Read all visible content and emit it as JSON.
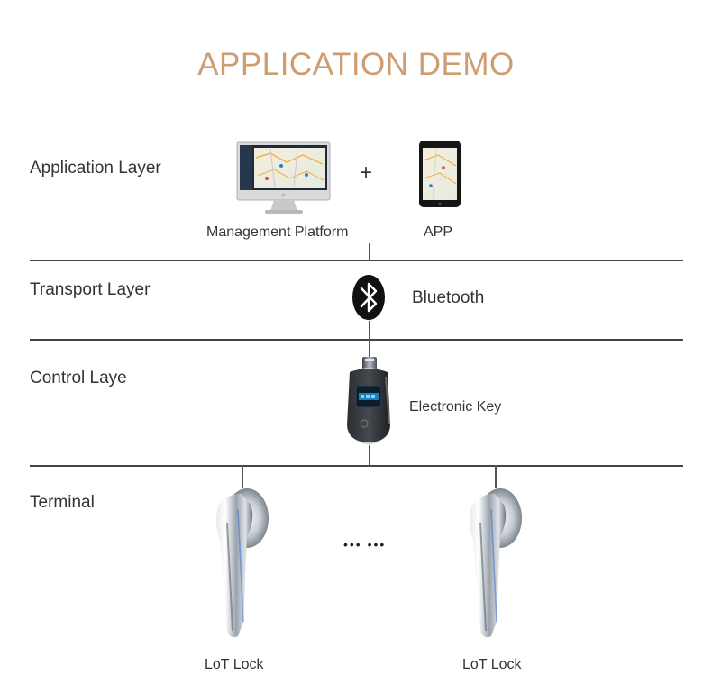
{
  "title": "APPLICATION DEMO",
  "colors": {
    "title": "#CE9E72",
    "line": "#444444",
    "text": "#333333"
  },
  "layers": [
    {
      "label": "Application Layer"
    },
    {
      "label": "Transport Layer"
    },
    {
      "label": "Control Laye"
    },
    {
      "label": "Terminal"
    }
  ],
  "application": {
    "platform_label": "Management Platform",
    "plus": "+",
    "app_label": "APP"
  },
  "transport": {
    "bluetooth_label": "Bluetooth",
    "icon": "bluetooth-icon"
  },
  "control": {
    "key_label": "Electronic Key"
  },
  "terminal": {
    "lock_left_label": "LoT Lock",
    "ellipsis": "•••  •••",
    "lock_right_label": "LoT Lock"
  }
}
